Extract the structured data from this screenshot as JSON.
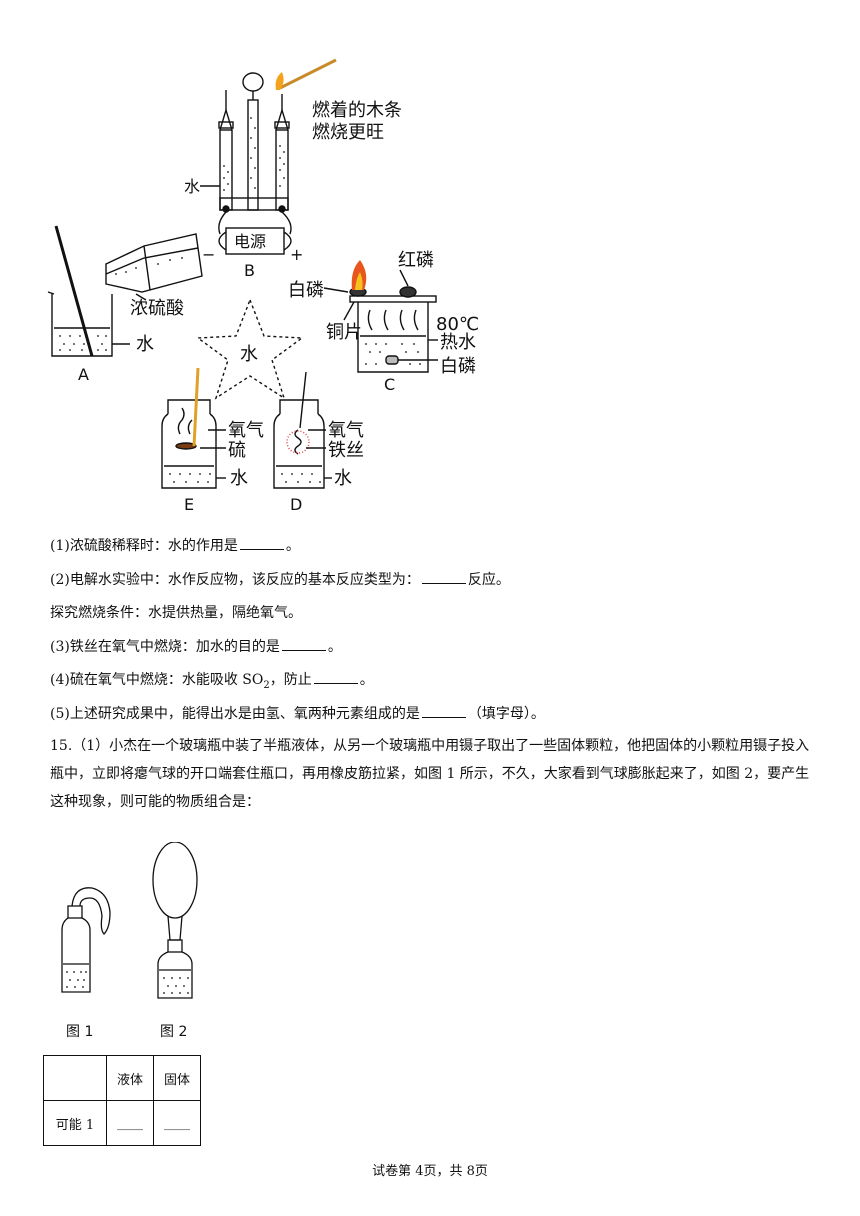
{
  "figure": {
    "labels": {
      "burning_stick": "燃着的木条",
      "burns_brighter": "燃烧更旺",
      "water_b": "水",
      "power": "电源",
      "minus": "−",
      "plus": "+",
      "letter_b": "B",
      "conc_acid": "浓硫酸",
      "water_a": "水",
      "letter_a": "A",
      "star_center": "水",
      "red_phosphorus": "红磷",
      "white_phosphorus_top": "白磷",
      "temp": "80℃",
      "copper": "铜片",
      "hot_water": "热水",
      "white_phosphorus_bottom": "白磷",
      "letter_c": "C",
      "oxygen_e": "氧气",
      "sulfur": "硫",
      "water_e": "水",
      "letter_e": "E",
      "oxygen_d": "氧气",
      "iron_wire": "铁丝",
      "water_d": "水",
      "letter_d": "D"
    }
  },
  "questions": {
    "q1_pre": "(1)浓硫酸稀释时：水的作用是",
    "q1_post": "。",
    "q2_pre": "(2)电解水实验中：水作反应物，该反应的基本反应类型为：",
    "q2_post": "反应。",
    "note": "探究燃烧条件：水提供热量，隔绝氧气。",
    "q3_pre": "(3)铁丝在氧气中燃烧：加水的目的是",
    "q3_post": "。",
    "q4_pre": "(4)硫在氧气中燃烧：水能吸收 SO",
    "q4_sub": "2",
    "q4_mid": "，防止",
    "q4_post": "。",
    "q5_pre": "(5)上述研究成果中，能得出水是由氢、氧两种元素组成的是",
    "q5_post": "（填字母）。"
  },
  "q15": {
    "text": "15.（1）小杰在一个玻璃瓶中装了半瓶液体，从另一个玻璃瓶中用镊子取出了一些固体颗粒，他把固体的小颗粒用镊子投入瓶中，立即将瘪气球的开口端套住瓶口，再用橡皮筋拉紧，如图 1 所示，不久，大家看到气球膨胀起来了，如图 2，要产生这种现象，则可能的物质组合是：",
    "fig1": "图 1",
    "fig2": "图 2"
  },
  "table": {
    "header": [
      "",
      "液体",
      "固体"
    ],
    "row1": [
      "可能 1",
      "____",
      "____"
    ]
  },
  "footer": "试卷第 4页，共 8页"
}
